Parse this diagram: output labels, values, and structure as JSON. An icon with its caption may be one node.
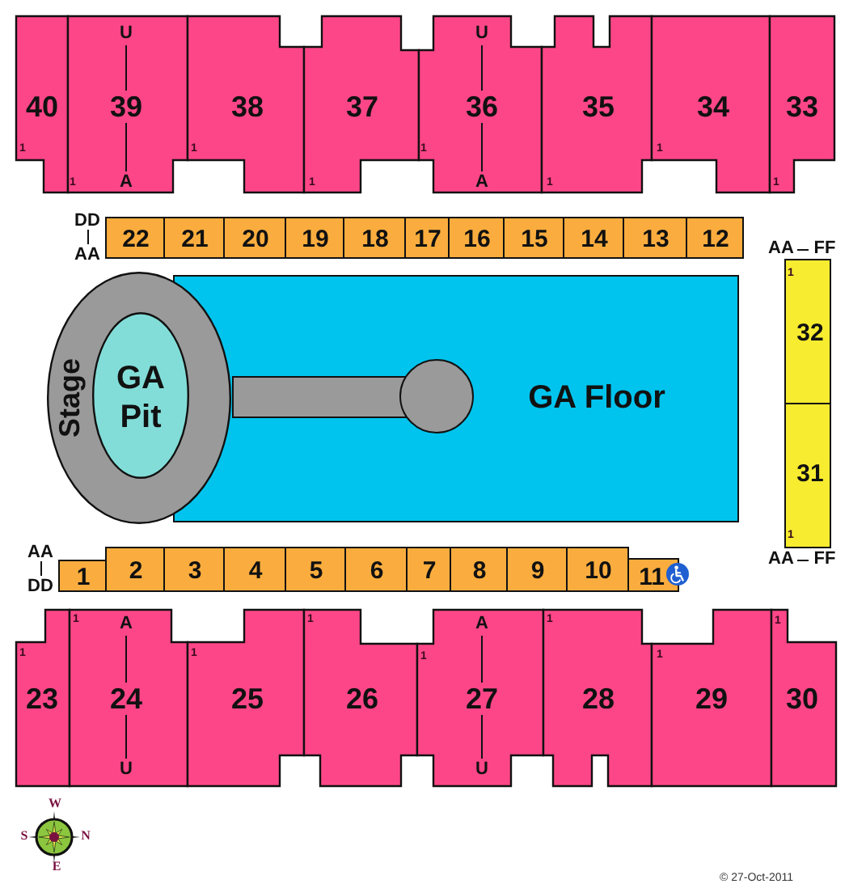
{
  "diagram": {
    "nodes": [
      {
        "text": [
          "40",
          "1"
        ]
      },
      {
        "text": [
          "U",
          "39",
          "1",
          "A"
        ]
      },
      {
        "text": [
          "38",
          "1"
        ]
      },
      {
        "text": [
          "37",
          "1"
        ]
      },
      {
        "text": [
          "U",
          "36",
          "1",
          "A"
        ]
      },
      {
        "text": [
          "35",
          "1"
        ]
      },
      {
        "text": [
          "34",
          "1"
        ]
      },
      {
        "text": [
          "33",
          "1"
        ]
      },
      {
        "text": [
          "22"
        ]
      },
      {
        "text": [
          "21"
        ]
      },
      {
        "text": [
          "20"
        ]
      },
      {
        "text": [
          "19"
        ]
      },
      {
        "text": [
          "18"
        ]
      },
      {
        "text": [
          "17"
        ]
      },
      {
        "text": [
          "16"
        ]
      },
      {
        "text": [
          "15"
        ]
      },
      {
        "text": [
          "14"
        ]
      },
      {
        "text": [
          "13"
        ]
      },
      {
        "text": [
          "12"
        ]
      },
      {
        "text": [
          "Stage"
        ]
      },
      {
        "text": [
          "GA Pit"
        ],
        "in": 19
      },
      {
        "text": [
          "GA Floor"
        ]
      },
      {
        "text": [
          "1",
          "32"
        ]
      },
      {
        "text": [
          "31",
          "1"
        ]
      },
      {
        "text": [
          "1"
        ]
      },
      {
        "text": [
          "2"
        ]
      },
      {
        "text": [
          "3"
        ]
      },
      {
        "text": [
          "4"
        ]
      },
      {
        "text": [
          "5"
        ]
      },
      {
        "text": [
          "6"
        ]
      },
      {
        "text": [
          "7"
        ]
      },
      {
        "text": [
          "8"
        ]
      },
      {
        "text": [
          "9"
        ]
      },
      {
        "text": [
          "10"
        ]
      },
      {
        "text": [
          "11"
        ]
      },
      {
        "text": [
          "1",
          "23"
        ]
      },
      {
        "text": [
          "1",
          "A",
          "24",
          "U"
        ]
      },
      {
        "text": [
          "1",
          "25"
        ]
      },
      {
        "text": [
          "1",
          "26"
        ]
      },
      {
        "text": [
          "A",
          "1",
          "27",
          "U"
        ]
      },
      {
        "text": [
          "1",
          "28"
        ]
      },
      {
        "text": [
          "1",
          "29"
        ]
      },
      {
        "text": [
          "1",
          "30"
        ]
      }
    ],
    "labels": [
      "DD",
      "AA",
      "AA",
      "FF",
      "AA",
      "DD",
      "AA",
      "FF",
      "W",
      "S",
      "N",
      "E",
      "© 27-Oct-2011"
    ]
  }
}
